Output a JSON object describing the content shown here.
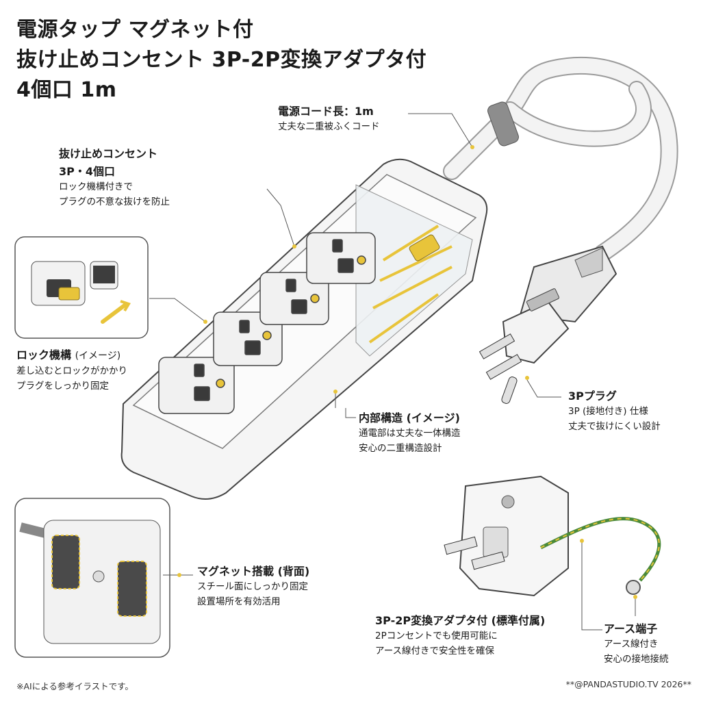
{
  "title": {
    "line1": "電源タップ マグネット付",
    "line2": "抜け止めコンセント 3P-2P変換アダプタ付",
    "line3": "4個口 1m"
  },
  "callouts": {
    "cord": {
      "heading": "電源コード長：1m",
      "text": "丈夫な二重被ふくコード"
    },
    "outlet": {
      "heading1": "抜け止めコンセント",
      "heading2": "3P・4個口",
      "text1": "ロック機構付きで",
      "text2": "プラグの不意な抜けを防止"
    },
    "lock": {
      "heading": "ロック機構",
      "heading_note": "(イメージ)",
      "text1": "差し込むとロックがかかり",
      "text2": "プラグをしっかり固定"
    },
    "internal": {
      "heading": "内部構造 (イメージ)",
      "text1": "通電部は丈夫な一体構造",
      "text2": "安心の二重構造設計"
    },
    "plug": {
      "heading": "3Pプラグ",
      "text1": "3P (接地付き) 仕様",
      "text2": "丈夫で抜けにくい設計"
    },
    "magnet": {
      "heading": "マグネット搭載 (背面)",
      "text1": "スチール面にしっかり固定",
      "text2": "設置場所を有効活用"
    },
    "adapter": {
      "heading": "3P-2P変換アダプタ付 (標準付属)",
      "text1": "2Pコンセントでも使用可能に",
      "text2": "アース線付きで安全性を確保"
    },
    "earth": {
      "heading": "アース端子",
      "text1": "アース線付き",
      "text2": "安心の接地接続"
    }
  },
  "footer": {
    "note": "※AIによる参考イラストです。",
    "credit": "**@PANDASTUDIO.TV 2026**"
  },
  "colors": {
    "accent": "#e8c43a",
    "line": "#555555",
    "body": "#f4f4f4"
  }
}
